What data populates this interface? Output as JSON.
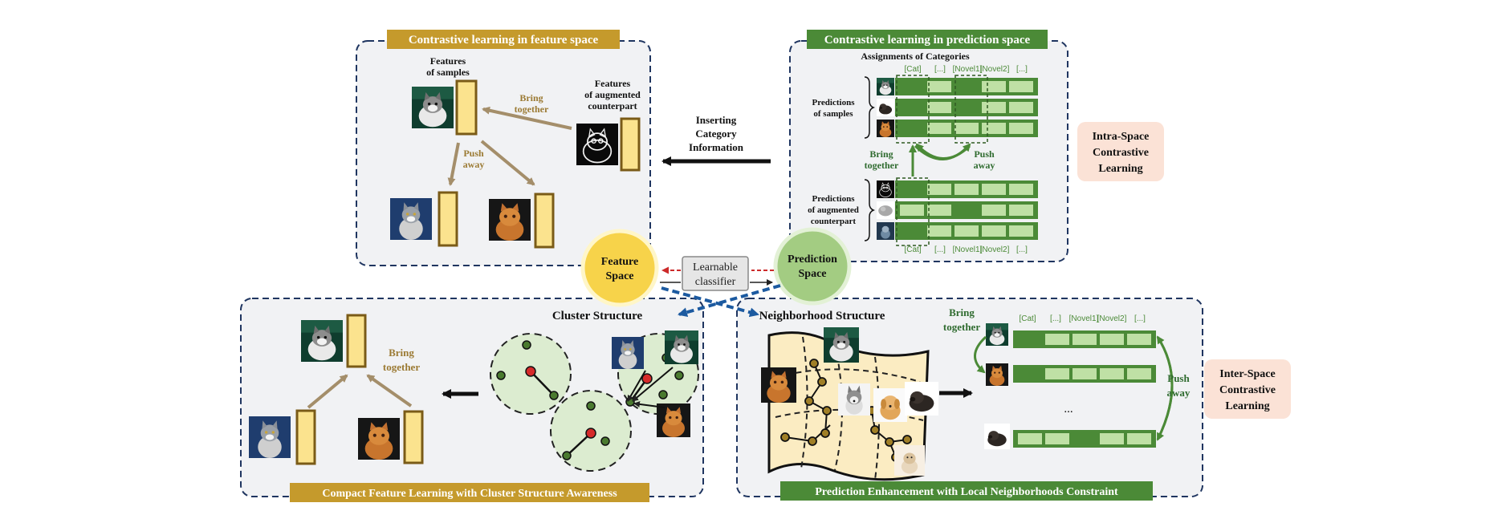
{
  "colors": {
    "panel_bg": "#f1f2f4",
    "panel_border": "#1f3560",
    "gold": "#c59a2c",
    "gold_text": "#9b7a33",
    "brown_arrow": "#a48e6a",
    "feature_bar_fill": "#fbe38e",
    "feature_bar_border": "#7a5b17",
    "green": "#4b8a37",
    "green_dark": "#2f6b2f",
    "green_light": "#bfe0a5",
    "pink_box": "#fbe2d6",
    "feature_circle": "#f7d34a",
    "prediction_circle": "#a3cc82",
    "blue_dashed": "#1c5aa0",
    "red_dashed": "#cc2a2a"
  },
  "top_left": {
    "title": "Contrastive learning in feature space",
    "features_of_samples": [
      "Features",
      "of samples"
    ],
    "features_of_augmented": [
      "Features",
      "of augmented",
      "counterpart"
    ],
    "bring_together": [
      "Bring",
      "together"
    ],
    "push_away": [
      "Push",
      "away"
    ]
  },
  "inserting": [
    "Inserting",
    "Category",
    "Information"
  ],
  "top_right": {
    "title": "Contrastive learning in prediction space",
    "assignments": "Assignments of Categories",
    "col_headers": [
      "[Cat]",
      "[...]",
      "[Novel1]",
      "[Novel2]",
      "[...]"
    ],
    "predictions_of_samples": [
      "Predictions",
      "of samples"
    ],
    "predictions_of_augmented": [
      "Predictions",
      "of augmented",
      "counterpart"
    ],
    "bring_together": [
      "Bring",
      "together"
    ],
    "push_away": [
      "Push",
      "away"
    ],
    "col_footers": [
      "[Cat]",
      "[...]",
      "[Novel1]",
      "[Novel2]",
      "[...]"
    ]
  },
  "intra_space": [
    "Intra-Space",
    "Contrastive",
    "Learning"
  ],
  "inter_space": [
    "Inter-Space",
    "Contrastive",
    "Learning"
  ],
  "feature_space": [
    "Feature",
    "Space"
  ],
  "prediction_space": [
    "Prediction",
    "Space"
  ],
  "learnable_classifier": [
    "Learnable",
    "classifier"
  ],
  "bottom_left": {
    "title": "Compact Feature Learning with Cluster Structure Awareness",
    "cluster_structure": "Cluster Structure",
    "bring_together": [
      "Bring",
      "together"
    ]
  },
  "bottom_right": {
    "title": "Prediction Enhancement with Local Neighborhoods Constraint",
    "neighborhood_structure": "Neighborhood Structure",
    "bring_together": [
      "Bring",
      "together"
    ],
    "push_away": [
      "Push",
      "away"
    ],
    "col_headers": [
      "[Cat]",
      "[...]",
      "[Novel1]",
      "[Novel2]",
      "[...]"
    ],
    "ellipsis": "..."
  },
  "icons": {
    "cat": "cat-photo-icon",
    "orange_cat": "orange-cat-photo-icon",
    "grey_cat": "grey-cat-photo-icon",
    "dog": "dog-photo-icon"
  }
}
